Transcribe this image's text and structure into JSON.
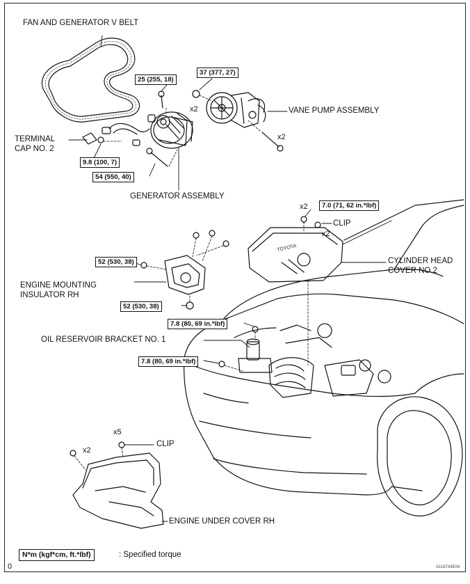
{
  "labels": {
    "fan_belt": "FAN AND GENERATOR V BELT",
    "vane_pump": "VANE PUMP ASSEMBLY",
    "terminal_cap_line1": "TERMINAL",
    "terminal_cap_line2": "CAP NO. 2",
    "generator": "GENERATOR ASSEMBLY",
    "clip_top": "CLIP",
    "cyl_cover_line1": "CYLINDER HEAD",
    "cyl_cover_line2": "COVER NO.2",
    "mount_line1": "ENGINE MOUNTING",
    "mount_line2": "INSULATOR RH",
    "oil_bracket": "OIL RESERVOIR BRACKET NO. 1",
    "clip_bottom": "CLIP",
    "under_cover": "ENGINE UNDER COVER RH",
    "legend_text": ": Specified torque"
  },
  "torques": {
    "t25": "25 (255, 18)",
    "t37": "37 (377, 27)",
    "t98": "9.8 (100, 7)",
    "t54": "54 (550, 40)",
    "t70": "7.0 (71, 62 in.*lbf)",
    "t52a": "52 (530, 38)",
    "t52b": "52 (530, 38)",
    "t78a": "7.8 (80, 69 in.*lbf)",
    "t78b": "7.8 (80, 69 in.*lbf)",
    "legend": "N*m (kgf*cm, ft.*lbf)"
  },
  "quantities": {
    "q_pump_bolt": "x2",
    "q_pump_nut": "x2",
    "q_cover_nut": "x2",
    "q_clip_top": "x2",
    "q_under_bolt": "x2",
    "q_under_clip": "x5"
  },
  "footer": {
    "page_marker": "0",
    "figure_id": "A116743E04"
  }
}
